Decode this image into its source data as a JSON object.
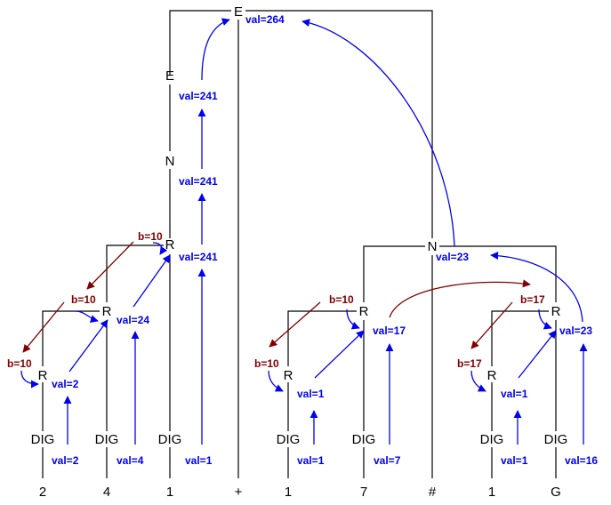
{
  "colors": {
    "tree": "#000000",
    "synthesized": "#0000ee",
    "inherited": "#800000"
  },
  "nodes": [
    {
      "id": "E_root",
      "label": "E"
    },
    {
      "id": "E2",
      "label": "E"
    },
    {
      "id": "N1",
      "label": "N"
    },
    {
      "id": "R1",
      "label": "R"
    },
    {
      "id": "R2",
      "label": "R"
    },
    {
      "id": "R3",
      "label": "R"
    },
    {
      "id": "DIG1",
      "label": "DIG"
    },
    {
      "id": "DIG2",
      "label": "DIG"
    },
    {
      "id": "DIG3",
      "label": "DIG"
    },
    {
      "id": "N2",
      "label": "N"
    },
    {
      "id": "R4",
      "label": "R"
    },
    {
      "id": "R5",
      "label": "R"
    },
    {
      "id": "DIG4",
      "label": "DIG"
    },
    {
      "id": "DIG5",
      "label": "DIG"
    },
    {
      "id": "R6",
      "label": "R"
    },
    {
      "id": "R7",
      "label": "R"
    },
    {
      "id": "DIG6",
      "label": "DIG"
    },
    {
      "id": "DIG7",
      "label": "DIG"
    }
  ],
  "tokens": [
    "2",
    "4",
    "1",
    "+",
    "1",
    "7",
    "#",
    "1",
    "G"
  ],
  "synth_labels": [
    "val=264",
    "val=241",
    "val=241",
    "val=241",
    "val=24",
    "val=2",
    "val=2",
    "val=4",
    "val=1",
    "val=23",
    "val=17",
    "val=1",
    "val=1",
    "val=7",
    "val=23",
    "val=1",
    "val=1",
    "val=16"
  ],
  "inh_labels": [
    "b=10",
    "b=10",
    "b=10",
    "b=10",
    "b=10",
    "b=17",
    "b=17"
  ]
}
